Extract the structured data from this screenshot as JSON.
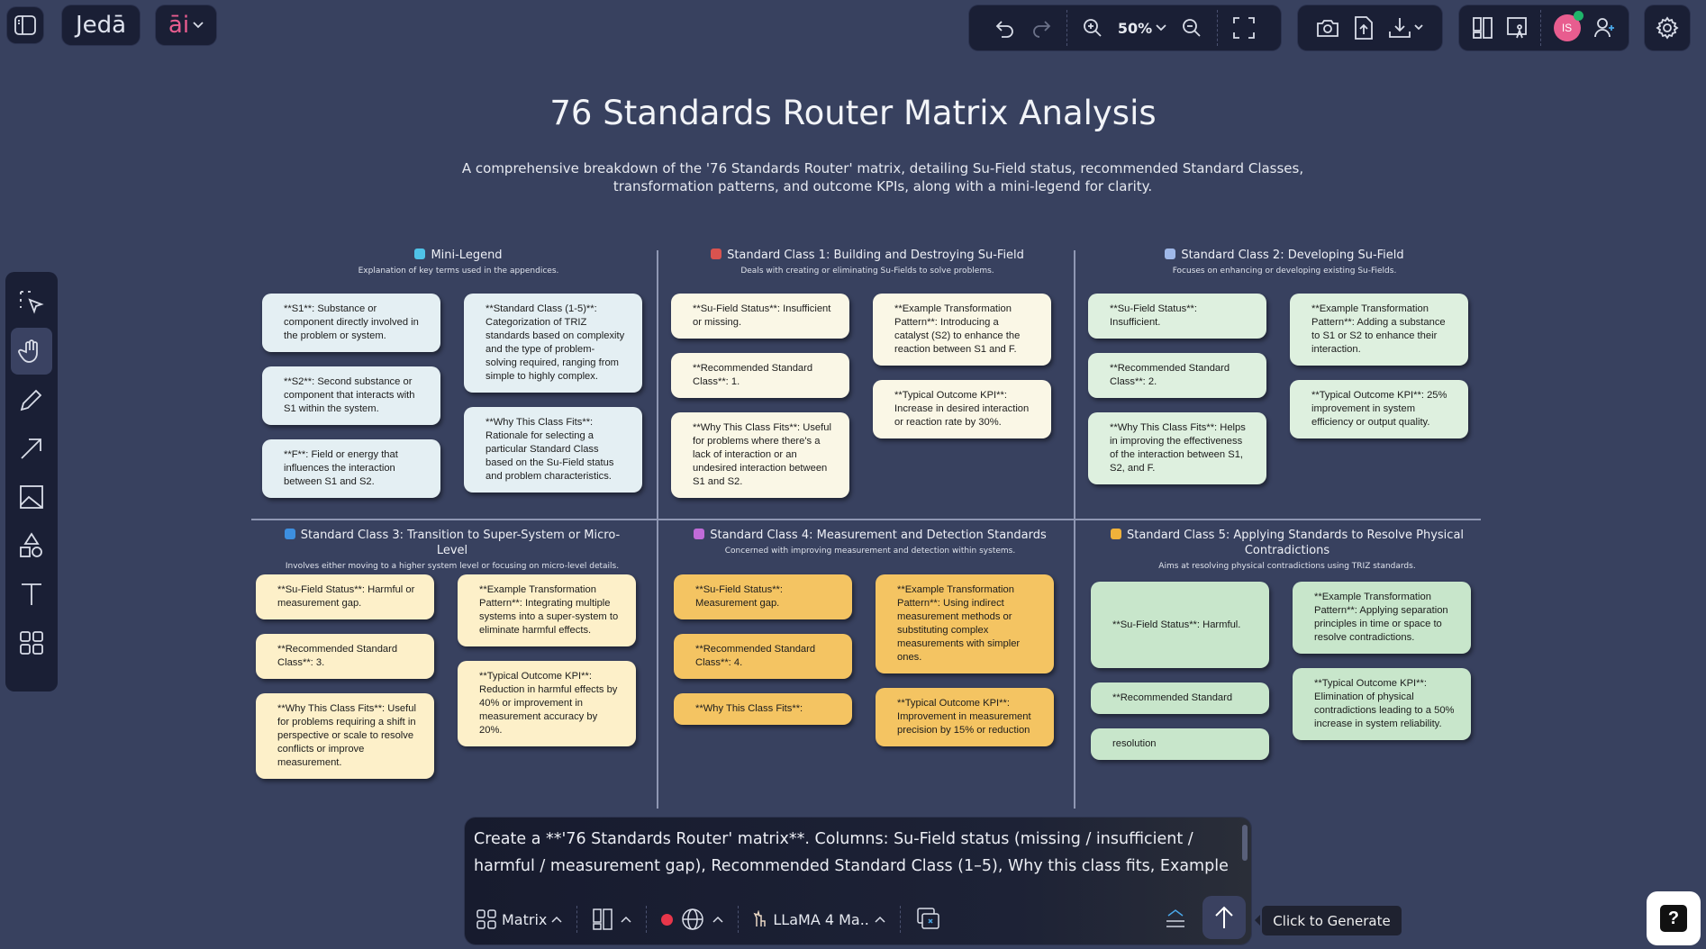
{
  "app": {
    "logo": "Jedā",
    "ai_label": "āi",
    "zoom": "50%",
    "avatar_initials": "IS",
    "brand_color": "#e85d8f"
  },
  "toolbar": {
    "icons": [
      "sidebar-toggle-icon",
      "undo-icon",
      "redo-icon",
      "zoom-in-icon",
      "zoom-out-icon",
      "fullscreen-icon",
      "camera-icon",
      "share-icon",
      "download-icon",
      "layout-icon",
      "presentation-icon",
      "add-user-icon",
      "settings-icon"
    ]
  },
  "left_tools": [
    "select-icon",
    "hand-icon",
    "pencil-icon",
    "arrow-icon",
    "image-icon",
    "shapes-icon",
    "text-icon",
    "grid-icon"
  ],
  "page": {
    "title": "76 Standards Router Matrix Analysis",
    "subtitle": "A comprehensive breakdown of the '76 Standards Router' matrix, detailing Su-Field status, recommended Standard Classes, transformation patterns, and outcome KPIs, along with a mini-legend for clarity."
  },
  "sections": [
    {
      "title": "Mini-Legend",
      "icon": "magnifier-icon",
      "icon_color": "#4fc3e8",
      "subtitle": "Explanation of key terms used in the appendices.",
      "card_color": "#e4eff3",
      "left": [
        "**S1**: Substance or component directly involved in the problem or system.",
        "**S2**: Second substance or component that interacts with S1 within the system.",
        "**F**: Field or energy that influences the interaction between S1 and S2."
      ],
      "right": [
        "**Standard Class (1-5)**: Categorization of TRIZ standards based on complexity and the type of problem-solving required, ranging from simple to highly complex.",
        "**Why This Class Fits**: Rationale for selecting a particular Standard Class based on the Su-Field status and problem characteristics."
      ]
    },
    {
      "title": "Standard Class 1: Building and Destroying Su-Field",
      "icon": "abacus-icon",
      "icon_color": "#d9534f",
      "subtitle": "Deals with creating or eliminating Su-Fields to solve problems.",
      "card_color": "#faf7e6",
      "left": [
        "**Su-Field Status**: Insufficient or missing.",
        "**Recommended Standard Class**: 1.",
        "**Why This Class Fits**: Useful for problems where there's a lack of interaction or an undesired interaction between S1 and S2."
      ],
      "right": [
        "**Example Transformation Pattern**: Introducing a catalyst (S2) to enhance the reaction between S1 and F.",
        "**Typical Outcome KPI**: Increase in desired interaction or reaction rate by 30%."
      ]
    },
    {
      "title": "Standard Class 2: Developing Su-Field",
      "icon": "chart-up-icon",
      "icon_color": "#9fb8e8",
      "subtitle": "Focuses on enhancing or developing existing Su-Fields.",
      "card_color": "#def0df",
      "left": [
        "**Su-Field Status**: Insufficient.",
        "**Recommended Standard Class**: 2.",
        "**Why This Class Fits**: Helps in improving the effectiveness of the interaction between S1, S2, and F."
      ],
      "right": [
        "**Example Transformation Pattern**: Adding a substance to S1 or S2 to enhance their interaction.",
        "**Typical Outcome KPI**: 25% improvement in system efficiency or output quality."
      ]
    },
    {
      "title": "Standard Class 3: Transition to Super-System or Micro-Level",
      "icon": "refresh-icon",
      "icon_color": "#3d8fe0",
      "subtitle": "Involves either moving to a higher system level or focusing on micro-level details.",
      "card_color": "#fdf0c9",
      "left": [
        "**Su-Field Status**: Harmful or measurement gap.",
        "**Recommended Standard Class**: 3.",
        "**Why This Class Fits**: Useful for problems requiring a shift in perspective or scale to resolve conflicts or improve measurement."
      ],
      "right": [
        "**Example Transformation Pattern**: Integrating multiple systems into a super-system to eliminate harmful effects.",
        "**Typical Outcome KPI**: Reduction in harmful effects by 40% or improvement in measurement accuracy by 20%."
      ]
    },
    {
      "title": "Standard Class 4: Measurement and Detection Standards",
      "icon": "bar-chart-icon",
      "icon_color": "#c06bd8",
      "subtitle": "Concerned with improving measurement and detection within systems.",
      "card_color": "#f4c462",
      "left": [
        "**Su-Field Status**: Measurement gap.",
        "**Recommended Standard Class**: 4.",
        "**Why This Class Fits**:"
      ],
      "right": [
        "**Example Transformation Pattern**: Using indirect measurement methods or substituting complex measurements with simpler ones.",
        "**Typical Outcome KPI**: Improvement in measurement precision by 15% or reduction"
      ]
    },
    {
      "title": "Standard Class 5: Applying Standards to Resolve Physical Contradictions",
      "icon": "lightbulb-icon",
      "icon_color": "#f0b23a",
      "subtitle": "Aims at resolving physical contradictions using TRIZ standards.",
      "card_color": "#c8e6cb",
      "left": [
        "**Su-Field Status**: Harmful.",
        "**Recommended Standard",
        "resolution"
      ],
      "right": [
        "**Example Transformation Pattern**: Applying separation principles in time or space to resolve contradictions.",
        "**Typical Outcome KPI**: Elimination of physical contradictions leading to a 50% increase in system reliability."
      ]
    }
  ],
  "prompt": {
    "text": "Create a **'76 Standards Router' matrix**. Columns: Su-Field status (missing / insufficient / harmful / measurement gap), Recommended Standard Class (1–5), Why this class fits, Example",
    "mode_label": "Matrix",
    "model_label": "LLaMA 4 Ma..",
    "generate_tooltip": "Click to Generate",
    "record_color": "#e8364a"
  },
  "help_label": "?"
}
